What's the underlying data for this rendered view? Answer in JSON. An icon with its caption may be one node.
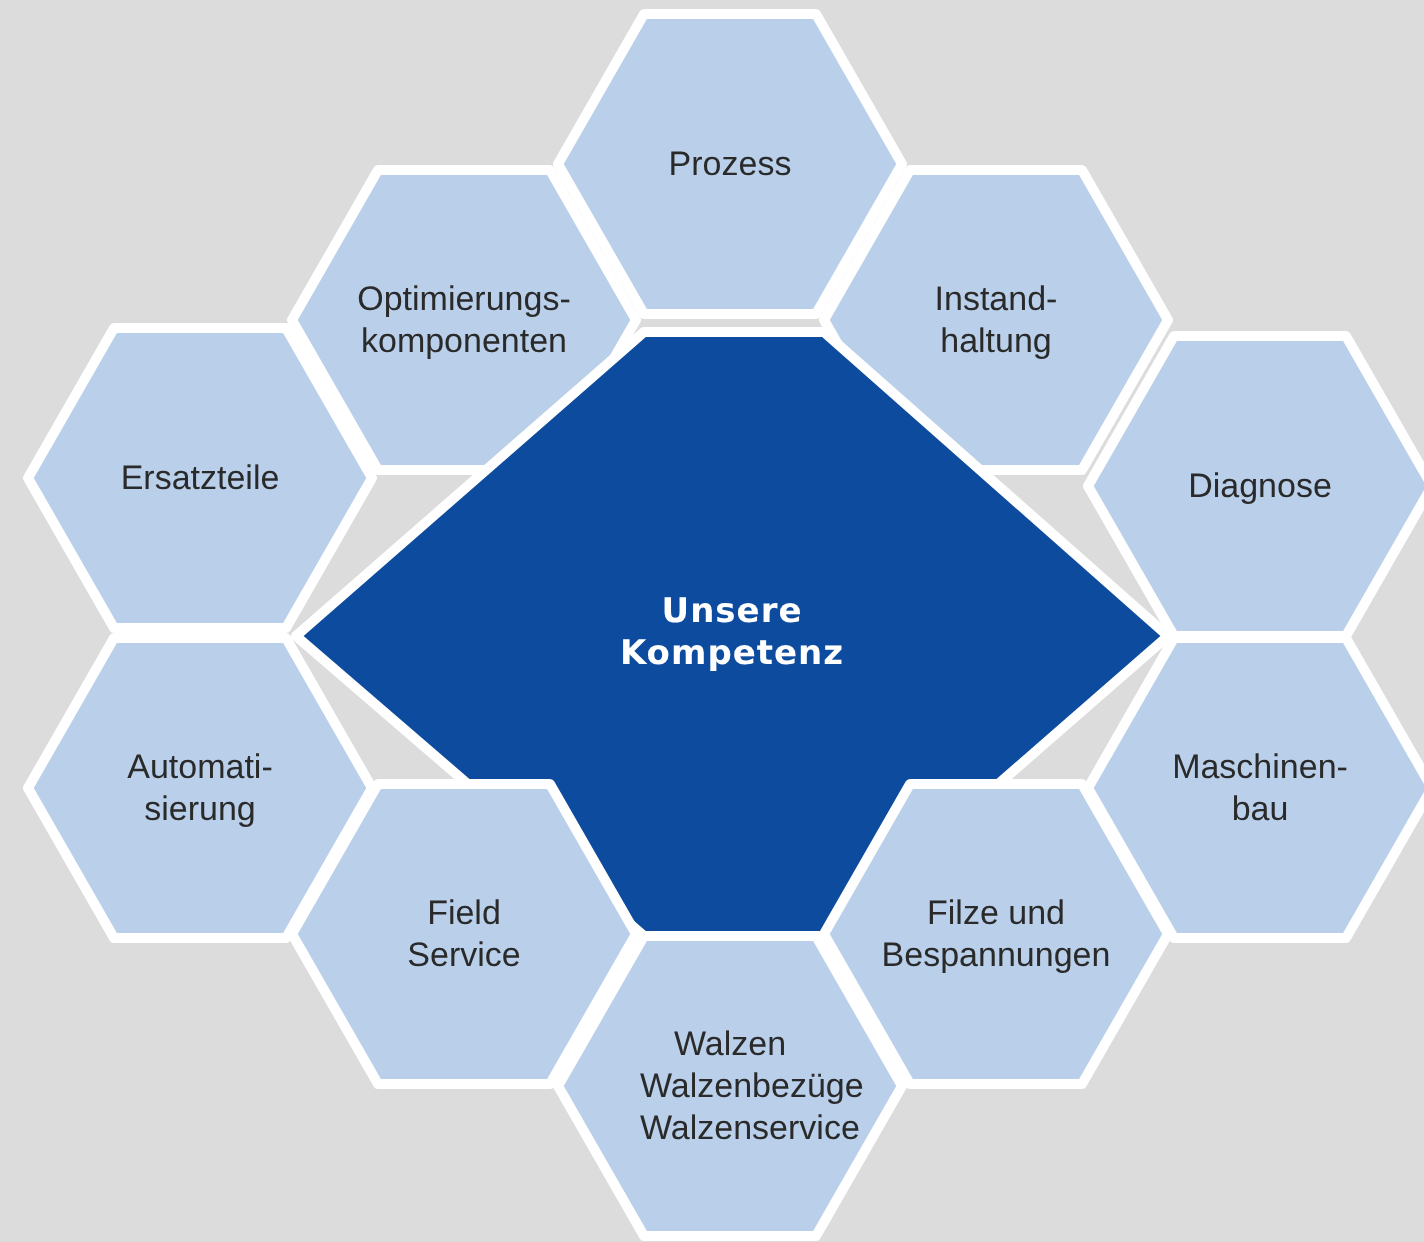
{
  "diagram": {
    "nodes": [
      {
        "text": [
          "Prozess"
        ]
      },
      {
        "text": [
          "Optimierungs- komponenten"
        ]
      },
      {
        "text": [
          "Instand- haltung"
        ]
      },
      {
        "text": [
          "Ersatzteile"
        ]
      },
      {
        "text": [
          "Diagnose"
        ]
      },
      {
        "text": [
          "Unsere Kompetenz"
        ]
      },
      {
        "text": [
          "Automati- sierung"
        ]
      },
      {
        "text": [
          "Maschinen- bau"
        ]
      },
      {
        "text": [
          "Field Service"
        ]
      },
      {
        "text": [
          "Filze und Bespannungen"
        ]
      },
      {
        "text": [
          "Walzen Walzenbezüge Walzenservice"
        ]
      }
    ]
  }
}
